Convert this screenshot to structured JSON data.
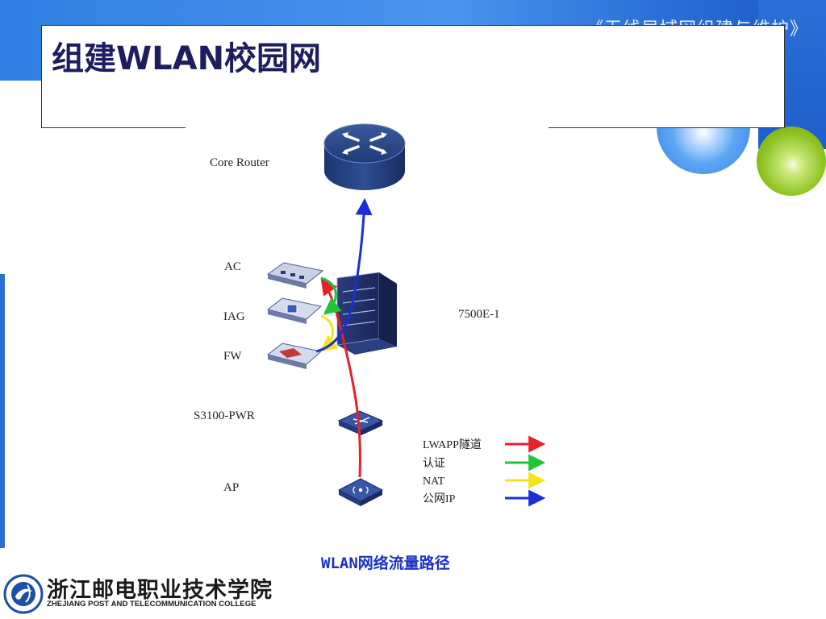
{
  "header": {
    "course_title": "《无线局域网组建与维护》"
  },
  "slide": {
    "title": "组建WLAN校园网"
  },
  "diagram": {
    "nodes": {
      "core_router": "Core Router",
      "ac": "AC",
      "iag": "IAG",
      "fw": "FW",
      "switch_7500": "7500E-1",
      "s3100": "S3100-PWR",
      "ap": "AP"
    },
    "legend": [
      {
        "label": "LWAPP隧道",
        "color": "#e8202a"
      },
      {
        "label": "认证",
        "color": "#22c43a"
      },
      {
        "label": "NAT",
        "color": "#f2e51a"
      },
      {
        "label": "公网IP",
        "color": "#1a2fd8"
      }
    ],
    "caption": "WLAN网络流量路径"
  },
  "footer": {
    "college_cn": "浙江邮电职业技术学院",
    "college_en": "ZHEJIANG POST AND TELECOMMUNICATION COLLEGE"
  }
}
